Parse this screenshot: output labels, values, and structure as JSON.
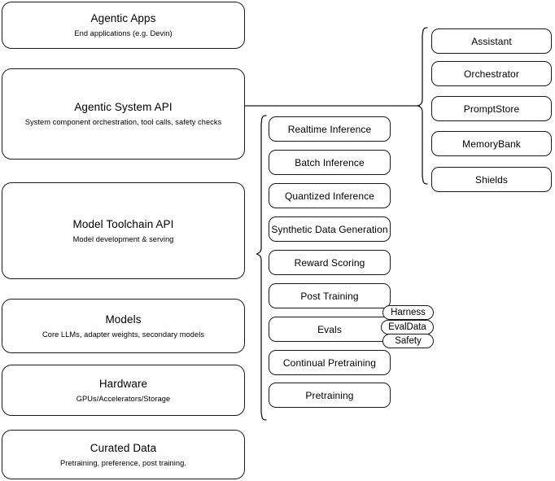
{
  "diagram": {
    "title": "AI stack layer diagram",
    "stroke_color": "#1a1a1a",
    "background_color": "#ffffff",
    "layers": [
      {
        "name": "agentic-apps",
        "title": "Agentic Apps",
        "subtitle": "End applications (e.g. Devin)"
      },
      {
        "name": "agentic-system-api",
        "title": "Agentic System API",
        "subtitle": "System component orchestration, tool calls, safety checks"
      },
      {
        "name": "model-toolchain-api",
        "title": "Model Toolchain API",
        "subtitle": "Model development & serving"
      },
      {
        "name": "models",
        "title": "Models",
        "subtitle": "Core LLMs, adapter weights, secondary models"
      },
      {
        "name": "hardware",
        "title": "Hardware",
        "subtitle": "GPUs/Accelerators/Storage"
      },
      {
        "name": "curated-data",
        "title": "Curated Data",
        "subtitle": "Pretraining, preference, post training."
      }
    ],
    "toolchain_components": [
      {
        "name": "realtime-inference",
        "label": "Realtime Inference"
      },
      {
        "name": "batch-inference",
        "label": "Batch Inference"
      },
      {
        "name": "quantized-inference",
        "label": "Quantized Inference"
      },
      {
        "name": "synthetic-data-generation",
        "label": "Synthetic Data Generation"
      },
      {
        "name": "reward-scoring",
        "label": "Reward Scoring"
      },
      {
        "name": "post-training",
        "label": "Post Training"
      },
      {
        "name": "evals",
        "label": "Evals"
      },
      {
        "name": "continual-pretraining",
        "label": "Continual Pretraining"
      },
      {
        "name": "pretraining",
        "label": "Pretraining"
      }
    ],
    "eval_subcomponents": [
      {
        "name": "harness",
        "label": "Harness"
      },
      {
        "name": "evaldata",
        "label": "EvalData"
      },
      {
        "name": "safety",
        "label": "Safety"
      }
    ],
    "system_components": [
      {
        "name": "assistant",
        "label": "Assistant"
      },
      {
        "name": "orchestrator",
        "label": "Orchestrator"
      },
      {
        "name": "promptstore",
        "label": "PromptStore"
      },
      {
        "name": "memorybank",
        "label": "MemoryBank"
      },
      {
        "name": "shields",
        "label": "Shields"
      }
    ]
  }
}
